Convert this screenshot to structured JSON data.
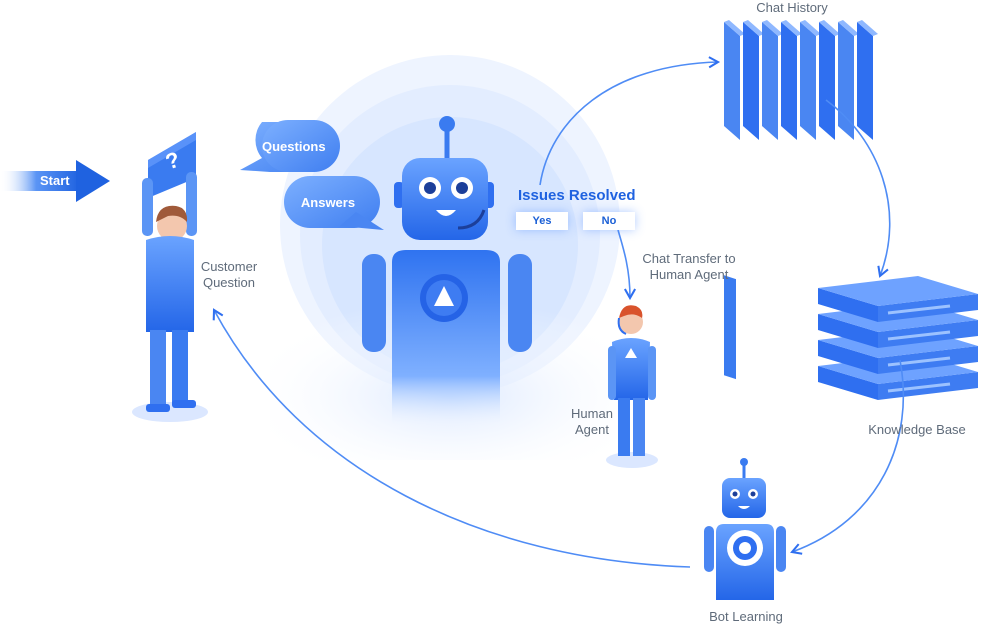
{
  "start": {
    "label": "Start"
  },
  "customer": {
    "label_line1": "Customer",
    "label_line2": "Question",
    "sign_glyph": "?"
  },
  "bubbles": {
    "questions": "Questions",
    "answers": "Answers"
  },
  "issues": {
    "title": "Issues Resolved",
    "yes": "Yes",
    "no": "No"
  },
  "transfer": {
    "line1": "Chat Transfer to",
    "line2": "Human Agent"
  },
  "human_agent": {
    "line1": "Human",
    "line2": "Agent"
  },
  "chat_history": {
    "label": "Chat History"
  },
  "knowledge_base": {
    "label": "Knowledge Base"
  },
  "bot_learning": {
    "label": "Bot Learning"
  },
  "colors": {
    "primary": "#1f62e0",
    "light_blue": "#5b9bff",
    "pale_blue": "#e4eeff",
    "label_grey": "#5f6b7a"
  }
}
